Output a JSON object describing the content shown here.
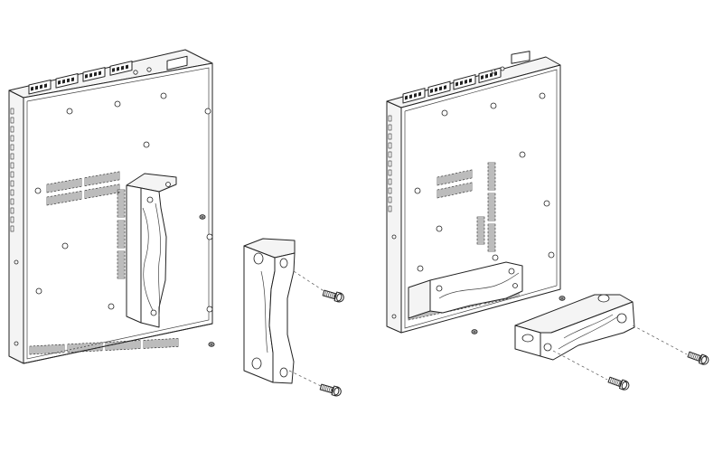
{
  "diagram": {
    "background_color": "#ffffff",
    "line_color": "#222222",
    "views": [
      {
        "name": "vertical-mount-view",
        "icon": "device-with-vertical-bracket"
      },
      {
        "name": "horizontal-mount-view",
        "icon": "device-with-horizontal-bracket"
      }
    ]
  }
}
